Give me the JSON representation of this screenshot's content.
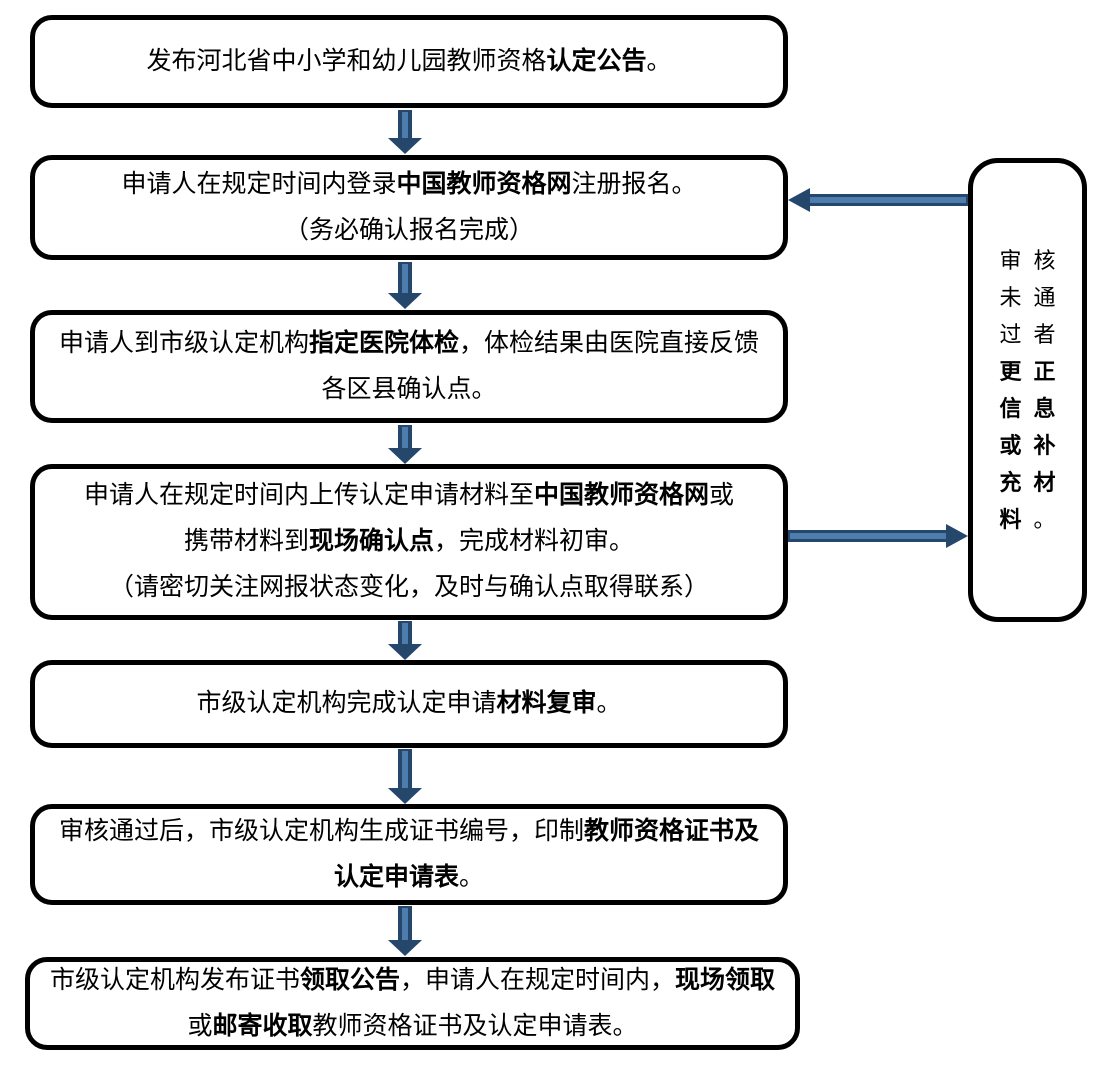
{
  "diagram_type": "flowchart",
  "colors": {
    "background": "#ffffff",
    "box_fill": "#ffffff",
    "box_border": "#000000",
    "text": "#000000",
    "arrow_dark": "#25476B",
    "arrow_light": "#4E7CAD"
  },
  "boxes": [
    {
      "name": "publish-announcement",
      "lines": [
        [
          {
            "text": "发布河北省中小学和幼儿园教师资格"
          },
          {
            "text": "认定公告",
            "bold": true
          },
          {
            "text": "。"
          }
        ]
      ]
    },
    {
      "name": "online-registration",
      "lines": [
        [
          {
            "text": "申请人在规定时间内登录"
          },
          {
            "text": "中国教师资格网",
            "bold": true
          },
          {
            "text": "注册报名。"
          }
        ],
        [
          {
            "text": "（务必确认报名完成）"
          }
        ]
      ]
    },
    {
      "name": "physical-examination",
      "lines": [
        [
          {
            "text": "申请人到市级认定机构"
          },
          {
            "text": "指定医院体检",
            "bold": true
          },
          {
            "text": "，体检结果由医院直接反馈"
          }
        ],
        [
          {
            "text": "各区县确认点。"
          }
        ]
      ]
    },
    {
      "name": "submit-materials",
      "lines": [
        [
          {
            "text": "申请人在规定时间内上传认定申请材料至"
          },
          {
            "text": "中国教师资格网",
            "bold": true
          },
          {
            "text": "或"
          }
        ],
        [
          {
            "text": "携带材料到"
          },
          {
            "text": "现场确认点",
            "bold": true
          },
          {
            "text": "，完成材料初审。"
          }
        ],
        [
          {
            "text": "（请密切关注网报状态变化，及时与确认点取得联系）"
          }
        ]
      ]
    },
    {
      "name": "material-recheck",
      "lines": [
        [
          {
            "text": "市级认定机构完成认定申请"
          },
          {
            "text": "材料复审",
            "bold": true
          },
          {
            "text": "。"
          }
        ]
      ]
    },
    {
      "name": "certificate-printing",
      "lines": [
        [
          {
            "text": "审核通过后，市级认定机构生成证书编号，印制"
          },
          {
            "text": "教师资格证书及",
            "bold": true
          }
        ],
        [
          {
            "text": "认定申请表",
            "bold": true
          },
          {
            "text": "。"
          }
        ]
      ]
    },
    {
      "name": "certificate-collection",
      "lines": [
        [
          {
            "text": "市级认定机构发布证书"
          },
          {
            "text": "领取公告",
            "bold": true
          },
          {
            "text": "，申请人在规定时间内，"
          },
          {
            "text": "现场领取",
            "bold": true
          }
        ],
        [
          {
            "text": "或"
          },
          {
            "text": "邮寄收取",
            "bold": true
          },
          {
            "text": "教师资格证书及认定申请表。"
          }
        ]
      ]
    }
  ],
  "side_box": {
    "name": "review-not-passed-correction",
    "lines": [
      [
        {
          "text": "审核"
        }
      ],
      [
        {
          "text": "未通"
        }
      ],
      [
        {
          "text": "过者"
        }
      ],
      [
        {
          "text": "更正",
          "bold": true
        }
      ],
      [
        {
          "text": "信息",
          "bold": true
        }
      ],
      [
        {
          "text": "或补",
          "bold": true
        }
      ],
      [
        {
          "text": "充材",
          "bold": true
        }
      ],
      [
        {
          "text": "料",
          "bold": true
        },
        {
          "text": "。"
        }
      ]
    ]
  }
}
